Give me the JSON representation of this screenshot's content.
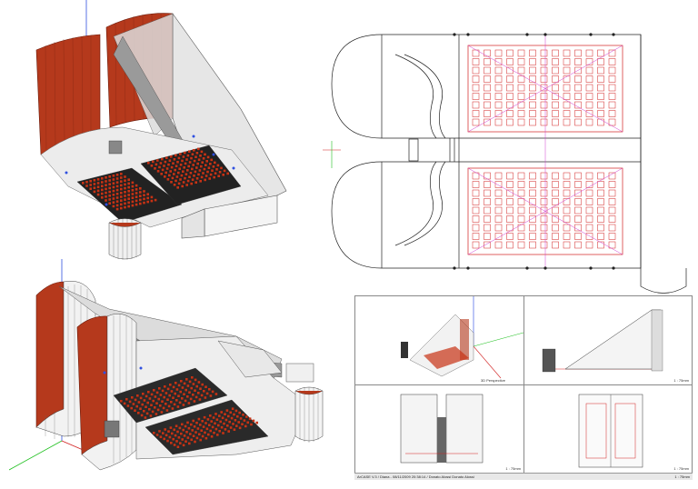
{
  "app": {
    "status_left": "ArCASE V.3 / Diana - 08/11/2009 20:38:14 / Donato Alossi Donato Alossi",
    "status_right": "1 : 75mm"
  },
  "viewports": {
    "perspective_label": "3D Perspective",
    "side_scale": "1 : 75mm",
    "front_scale": "1 : 75mm",
    "plan_scale": "1 : 75mm"
  },
  "colors": {
    "seat_red": "#c83214",
    "wall_red": "#b5391c",
    "plan_red": "#d22020",
    "axis_blue": "#2040e0",
    "axis_green": "#20c020",
    "axis_magenta": "#d040d0"
  }
}
